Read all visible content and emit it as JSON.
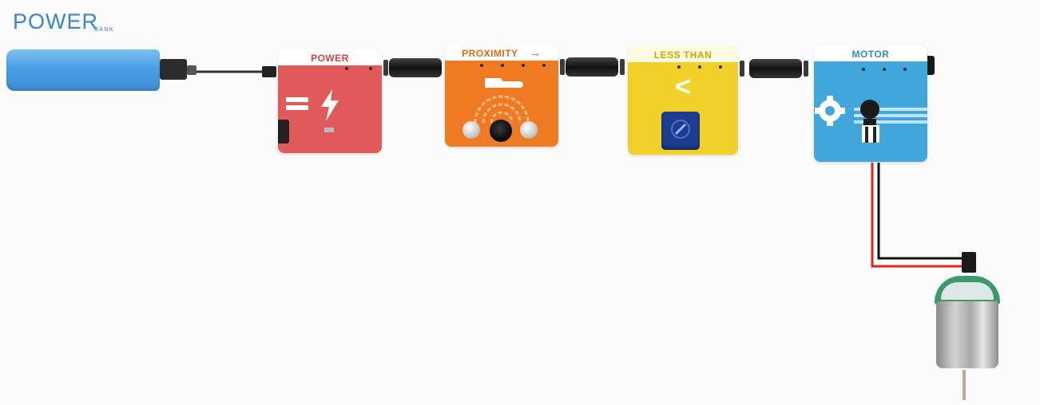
{
  "powerbank": {
    "label": "PΟWER",
    "sub": "BANK",
    "color": "#4a9fe3"
  },
  "blocks": [
    {
      "title": "POWER",
      "color": "#e05a5a",
      "title_color": "#d64545"
    },
    {
      "title": "PROXIMITY",
      "arrow": "→",
      "color": "#f07a22",
      "title_color": "#e06a10"
    },
    {
      "title": "LESS THAN",
      "symbol": "<",
      "color": "#f2d02a",
      "title_color": "#c9a800"
    },
    {
      "title": "MOTOR",
      "color": "#41a6dc",
      "title_color": "#2f8fc8"
    }
  ],
  "wires": {
    "positive": "#e0261a",
    "negative": "#111111"
  }
}
